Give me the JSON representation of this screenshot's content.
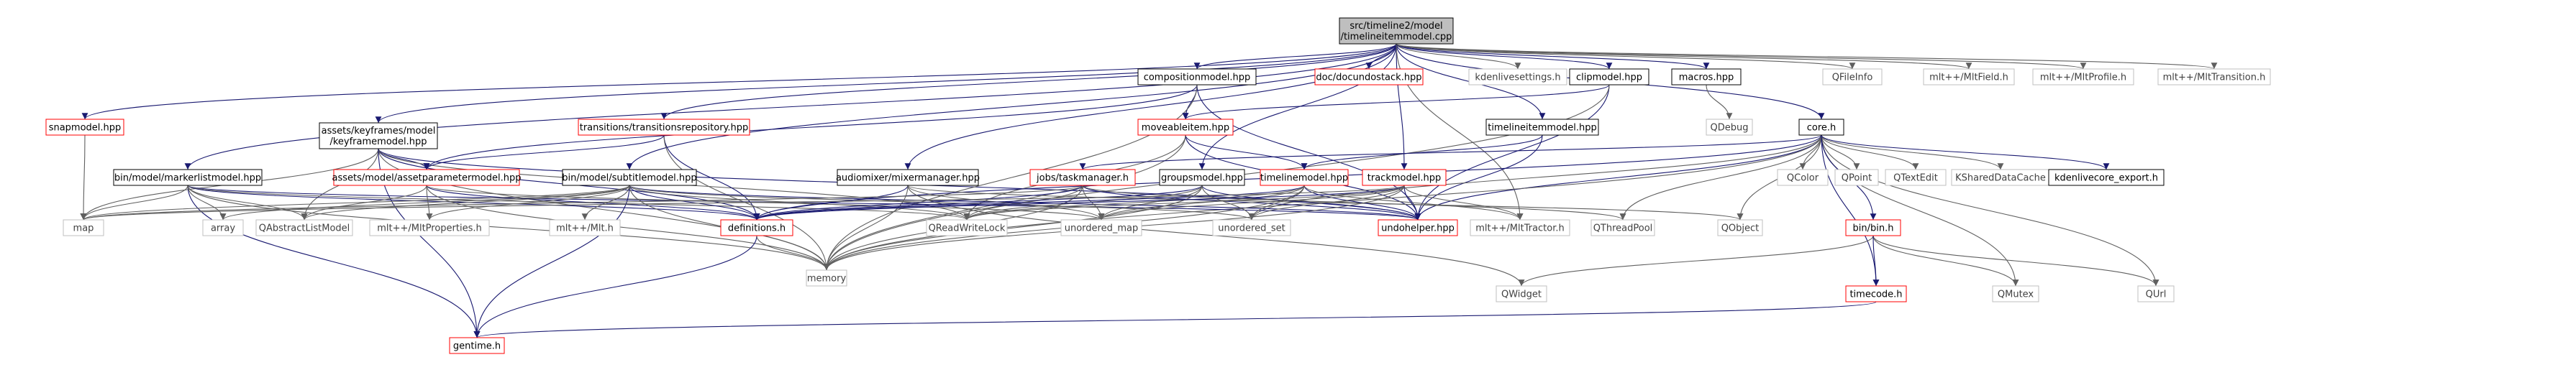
{
  "colors": {
    "root_fill": "#bfbfbf",
    "root_stroke": "#000000",
    "local_stroke": "#000000",
    "missing_stroke": "#ff0000",
    "external_stroke": "#bfbfbf",
    "edge_internal": "#191970",
    "edge_external": "#5f5f5f",
    "text_main": "#000000",
    "text_external": "#404040"
  },
  "nodes": [
    {
      "id": "root",
      "kind": "root",
      "label": "src/timeline2/model\n/timelineitemmodel.cpp"
    },
    {
      "id": "snapmodel",
      "kind": "missing",
      "label": "snapmodel.hpp"
    },
    {
      "id": "keyframemodel",
      "kind": "local",
      "label": "assets/keyframes/model\n/keyframemodel.hpp"
    },
    {
      "id": "transitionsrepo",
      "kind": "missing",
      "label": "transitions/transitionsrepository.hpp"
    },
    {
      "id": "compositionmodel",
      "kind": "local",
      "label": "compositionmodel.hpp"
    },
    {
      "id": "docundostack",
      "kind": "missing",
      "label": "doc/docundostack.hpp"
    },
    {
      "id": "kdenlivesettings",
      "kind": "external",
      "label": "kdenlivesettings.h"
    },
    {
      "id": "clipmodel",
      "kind": "local",
      "label": "clipmodel.hpp"
    },
    {
      "id": "macros",
      "kind": "local",
      "label": "macros.hpp"
    },
    {
      "id": "qfileinfo",
      "kind": "external",
      "label": "QFileInfo"
    },
    {
      "id": "mltfield",
      "kind": "external",
      "label": "mlt++/MltField.h"
    },
    {
      "id": "mltprofile",
      "kind": "external",
      "label": "mlt++/MltProfile.h"
    },
    {
      "id": "mlttransition",
      "kind": "external",
      "label": "mlt++/MltTransition.h"
    },
    {
      "id": "moveableitem",
      "kind": "missing",
      "label": "moveableitem.hpp"
    },
    {
      "id": "timelineitemmodel_hpp",
      "kind": "local",
      "label": "timelineitemmodel.hpp"
    },
    {
      "id": "qdebug",
      "kind": "external",
      "label": "QDebug"
    },
    {
      "id": "coreh",
      "kind": "local",
      "label": "core.h"
    },
    {
      "id": "markerlistmodel",
      "kind": "local",
      "label": "bin/model/markerlistmodel.hpp"
    },
    {
      "id": "assetparametermodel",
      "kind": "missing",
      "label": "assets/model/assetparametermodel.hpp"
    },
    {
      "id": "subtitlemodel",
      "kind": "local",
      "label": "bin/model/subtitlemodel.hpp"
    },
    {
      "id": "mixermanager",
      "kind": "local",
      "label": "audiomixer/mixermanager.hpp"
    },
    {
      "id": "taskmanager",
      "kind": "missing",
      "label": "jobs/taskmanager.h"
    },
    {
      "id": "groupsmodel",
      "kind": "local",
      "label": "groupsmodel.hpp"
    },
    {
      "id": "timelinemodel",
      "kind": "missing",
      "label": "timelinemodel.hpp"
    },
    {
      "id": "trackmodel",
      "kind": "missing",
      "label": "trackmodel.hpp"
    },
    {
      "id": "qcolor",
      "kind": "external",
      "label": "QColor"
    },
    {
      "id": "qpoint",
      "kind": "external",
      "label": "QPoint"
    },
    {
      "id": "qtextedit",
      "kind": "external",
      "label": "QTextEdit"
    },
    {
      "id": "kshareddatacache",
      "kind": "external",
      "label": "KSharedDataCache"
    },
    {
      "id": "kdenlivecore_export",
      "kind": "local",
      "label": "kdenlivecore_export.h"
    },
    {
      "id": "map",
      "kind": "external",
      "label": "map"
    },
    {
      "id": "array",
      "kind": "external",
      "label": "array"
    },
    {
      "id": "qabstractlistmodel",
      "kind": "external",
      "label": "QAbstractListModel"
    },
    {
      "id": "mltproperties",
      "kind": "external",
      "label": "mlt++/MltProperties.h"
    },
    {
      "id": "mlth",
      "kind": "external",
      "label": "mlt++/Mlt.h"
    },
    {
      "id": "definitions",
      "kind": "missing",
      "label": "definitions.h"
    },
    {
      "id": "qreadwritelock",
      "kind": "external",
      "label": "QReadWriteLock"
    },
    {
      "id": "unordered_map",
      "kind": "external",
      "label": "unordered_map"
    },
    {
      "id": "unordered_set",
      "kind": "external",
      "label": "unordered_set"
    },
    {
      "id": "undohelper",
      "kind": "missing",
      "label": "undohelper.hpp"
    },
    {
      "id": "mlttractor",
      "kind": "external",
      "label": "mlt++/MltTractor.h"
    },
    {
      "id": "qthreadpool",
      "kind": "external",
      "label": "QThreadPool"
    },
    {
      "id": "qobject",
      "kind": "external",
      "label": "QObject"
    },
    {
      "id": "binh",
      "kind": "missing",
      "label": "bin/bin.h"
    },
    {
      "id": "memory",
      "kind": "external",
      "label": "memory"
    },
    {
      "id": "qwidget",
      "kind": "external",
      "label": "QWidget"
    },
    {
      "id": "timecode",
      "kind": "missing",
      "label": "timecode.h"
    },
    {
      "id": "qmutex",
      "kind": "external",
      "label": "QMutex"
    },
    {
      "id": "qurl",
      "kind": "external",
      "label": "QUrl"
    },
    {
      "id": "gentime",
      "kind": "missing",
      "label": "gentime.h"
    }
  ],
  "edges": [
    [
      "root",
      "snapmodel"
    ],
    [
      "root",
      "keyframemodel"
    ],
    [
      "root",
      "transitionsrepo"
    ],
    [
      "root",
      "compositionmodel"
    ],
    [
      "root",
      "docundostack"
    ],
    [
      "root",
      "kdenlivesettings"
    ],
    [
      "root",
      "clipmodel"
    ],
    [
      "root",
      "macros"
    ],
    [
      "root",
      "qfileinfo"
    ],
    [
      "root",
      "mltfield"
    ],
    [
      "root",
      "mltprofile"
    ],
    [
      "root",
      "mlttransition"
    ],
    [
      "root",
      "timelineitemmodel_hpp"
    ],
    [
      "root",
      "coreh"
    ],
    [
      "root",
      "markerlistmodel"
    ],
    [
      "root",
      "subtitlemodel"
    ],
    [
      "root",
      "mixermanager"
    ],
    [
      "root",
      "groupsmodel"
    ],
    [
      "root",
      "trackmodel"
    ],
    [
      "root",
      "mlttractor"
    ],
    [
      "snapmodel",
      "map"
    ],
    [
      "keyframemodel",
      "assetparametermodel"
    ],
    [
      "keyframemodel",
      "definitions"
    ],
    [
      "keyframemodel",
      "undohelper"
    ],
    [
      "keyframemodel",
      "qabstractlistmodel"
    ],
    [
      "keyframemodel",
      "qreadwritelock"
    ],
    [
      "keyframemodel",
      "map"
    ],
    [
      "keyframemodel",
      "memory"
    ],
    [
      "keyframemodel",
      "gentime"
    ],
    [
      "transitionsrepo",
      "assetparametermodel"
    ],
    [
      "transitionsrepo",
      "definitions"
    ],
    [
      "transitionsrepo",
      "memory"
    ],
    [
      "compositionmodel",
      "moveableitem"
    ],
    [
      "compositionmodel",
      "assetparametermodel"
    ],
    [
      "compositionmodel",
      "undohelper"
    ],
    [
      "compositionmodel",
      "memory"
    ],
    [
      "clipmodel",
      "moveableitem"
    ],
    [
      "clipmodel",
      "undohelper"
    ],
    [
      "clipmodel",
      "memory"
    ],
    [
      "macros",
      "qdebug"
    ],
    [
      "moveableitem",
      "timelinemodel"
    ],
    [
      "moveableitem",
      "undohelper"
    ],
    [
      "moveableitem",
      "qreadwritelock"
    ],
    [
      "moveableitem",
      "memory"
    ],
    [
      "timelineitemmodel_hpp",
      "timelinemodel"
    ],
    [
      "timelineitemmodel_hpp",
      "undohelper"
    ],
    [
      "coreh",
      "definitions"
    ],
    [
      "coreh",
      "taskmanager"
    ],
    [
      "coreh",
      "undohelper"
    ],
    [
      "coreh",
      "unordered_set"
    ],
    [
      "coreh",
      "qcolor"
    ],
    [
      "coreh",
      "qpoint"
    ],
    [
      "coreh",
      "qtextedit"
    ],
    [
      "coreh",
      "kshareddatacache"
    ],
    [
      "coreh",
      "kdenlivecore_export"
    ],
    [
      "coreh",
      "qobject"
    ],
    [
      "coreh",
      "qthreadpool"
    ],
    [
      "coreh",
      "qmutex"
    ],
    [
      "coreh",
      "qurl"
    ],
    [
      "coreh",
      "memory"
    ],
    [
      "coreh",
      "timecode"
    ],
    [
      "coreh",
      "binh"
    ],
    [
      "markerlistmodel",
      "definitions"
    ],
    [
      "markerlistmodel",
      "gentime"
    ],
    [
      "markerlistmodel",
      "undohelper"
    ],
    [
      "markerlistmodel",
      "qabstractlistmodel"
    ],
    [
      "markerlistmodel",
      "qreadwritelock"
    ],
    [
      "markerlistmodel",
      "array"
    ],
    [
      "markerlistmodel",
      "map"
    ],
    [
      "markerlistmodel",
      "memory"
    ],
    [
      "assetparametermodel",
      "definitions"
    ],
    [
      "assetparametermodel",
      "qabstractlistmodel"
    ],
    [
      "assetparametermodel",
      "mltproperties"
    ],
    [
      "assetparametermodel",
      "memory"
    ],
    [
      "assetparametermodel",
      "unordered_map"
    ],
    [
      "subtitlemodel",
      "definitions"
    ],
    [
      "subtitlemodel",
      "gentime"
    ],
    [
      "subtitlemodel",
      "undohelper"
    ],
    [
      "subtitlemodel",
      "mltproperties"
    ],
    [
      "subtitlemodel",
      "mlth"
    ],
    [
      "subtitlemodel",
      "qabstractlistmodel"
    ],
    [
      "subtitlemodel",
      "qreadwritelock"
    ],
    [
      "subtitlemodel",
      "array"
    ],
    [
      "subtitlemodel",
      "map"
    ],
    [
      "subtitlemodel",
      "memory"
    ],
    [
      "subtitlemodel",
      "unordered_set"
    ],
    [
      "mixermanager",
      "definitions"
    ],
    [
      "mixermanager",
      "qwidget"
    ],
    [
      "mixermanager",
      "memory"
    ],
    [
      "mixermanager",
      "unordered_map"
    ],
    [
      "mixermanager",
      "qobject"
    ],
    [
      "taskmanager",
      "definitions"
    ],
    [
      "taskmanager",
      "undohelper"
    ],
    [
      "taskmanager",
      "qreadwritelock"
    ],
    [
      "taskmanager",
      "map"
    ],
    [
      "taskmanager",
      "memory"
    ],
    [
      "taskmanager",
      "unordered_map"
    ],
    [
      "taskmanager",
      "qthreadpool"
    ],
    [
      "groupsmodel",
      "definitions"
    ],
    [
      "groupsmodel",
      "undohelper"
    ],
    [
      "groupsmodel",
      "qreadwritelock"
    ],
    [
      "groupsmodel",
      "memory"
    ],
    [
      "groupsmodel",
      "unordered_map"
    ],
    [
      "groupsmodel",
      "unordered_set"
    ],
    [
      "timelinemodel",
      "definitions"
    ],
    [
      "timelinemodel",
      "undohelper"
    ],
    [
      "timelinemodel",
      "qreadwritelock"
    ],
    [
      "timelinemodel",
      "memory"
    ],
    [
      "timelinemodel",
      "unordered_map"
    ],
    [
      "timelinemodel",
      "unordered_set"
    ],
    [
      "timelinemodel",
      "mlttractor"
    ],
    [
      "trackmodel",
      "definitions"
    ],
    [
      "trackmodel",
      "undohelper"
    ],
    [
      "trackmodel",
      "qreadwritelock"
    ],
    [
      "trackmodel",
      "memory"
    ],
    [
      "trackmodel",
      "unordered_map"
    ],
    [
      "trackmodel",
      "unordered_set"
    ],
    [
      "trackmodel",
      "map"
    ],
    [
      "trackmodel",
      "mlttractor"
    ],
    [
      "definitions",
      "gentime"
    ],
    [
      "definitions",
      "memory"
    ],
    [
      "binh",
      "qwidget"
    ],
    [
      "binh",
      "qmutex"
    ],
    [
      "binh",
      "qurl"
    ],
    [
      "binh",
      "timecode"
    ],
    [
      "timecode",
      "gentime"
    ]
  ]
}
